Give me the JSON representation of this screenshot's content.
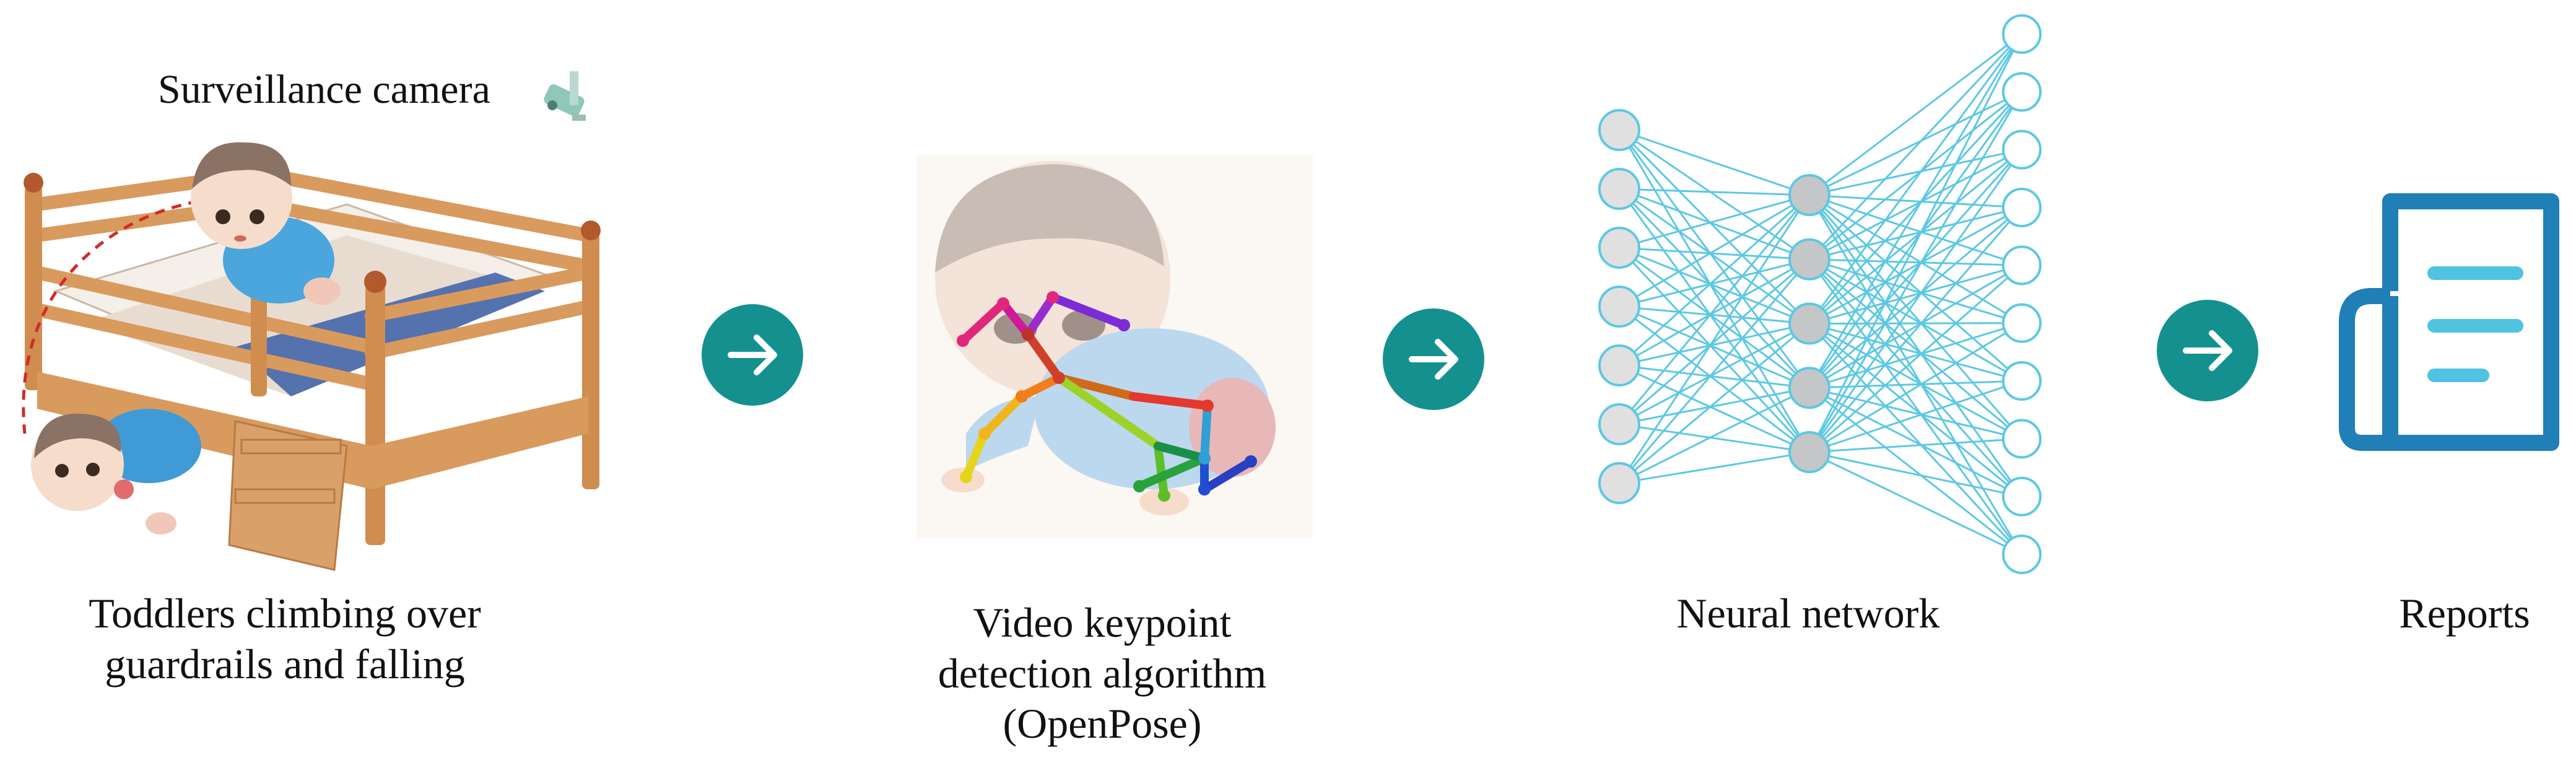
{
  "labels": {
    "camera": "Surveillance camera",
    "toddler_line1": "Toddlers climbing over",
    "toddler_line2": "guardrails and falling",
    "video_line1": "Video keypoint",
    "video_line2": "detection algorithm",
    "video_line3": "(OpenPose)",
    "neural": "Neural network",
    "reports": "Reports"
  },
  "colors": {
    "arrow_circle": "#14918f",
    "network_line": "#5cc8e4",
    "input_node": "#e0e0e0",
    "hidden_node": "#c4c6c8",
    "report_dark": "#1f7fb6",
    "report_light": "#4fc3e0",
    "bed_wood": "#d99a5e"
  },
  "network": {
    "input_nodes": 7,
    "hidden_nodes": 5,
    "output_nodes": 10
  },
  "icons": [
    "camera-icon",
    "arrow-right-icon",
    "report-icon"
  ]
}
